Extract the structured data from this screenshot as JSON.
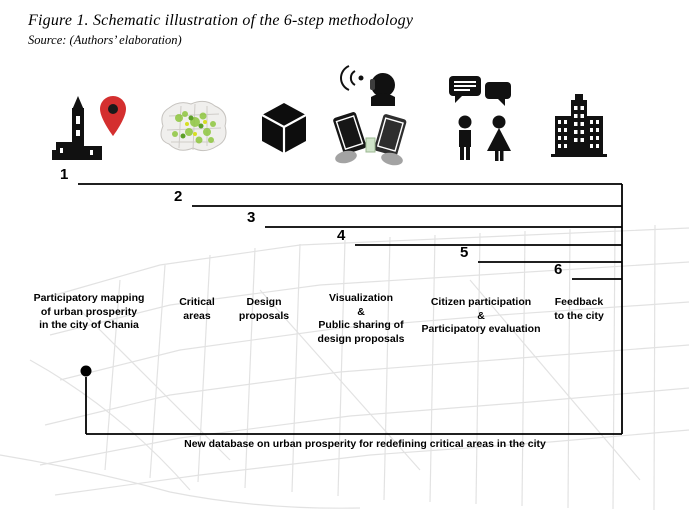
{
  "figure": {
    "title": "Figure 1. Schematic illustration of the 6-step methodology",
    "source": "Source: (Authors’ elaboration)"
  },
  "steps": [
    {
      "number": "1",
      "icon": "landmark-map-pin-icon",
      "label": "Participatory mapping\nof urban prosperity\nin the city of Chania"
    },
    {
      "number": "2",
      "icon": "critical-areas-map-icon",
      "label": "Critical\nareas"
    },
    {
      "number": "3",
      "icon": "design-cube-icon",
      "label": "Design\nproposals"
    },
    {
      "number": "4",
      "icon": "public-sharing-devices-icon",
      "label": "Visualization\n&\nPublic sharing of\ndesign proposals"
    },
    {
      "number": "5",
      "icon": "citizen-discussion-icon",
      "label": "Citizen participation\n&\nParticipatory evaluation"
    },
    {
      "number": "6",
      "icon": "city-building-icon",
      "label": "Feedback\nto the city"
    }
  ],
  "feedback_loop": {
    "label": "New database on urban prosperity for redefining critical areas in the city"
  },
  "colors": {
    "line_black": "#000000",
    "pin_red": "#d42f2f",
    "highlight_green": "#8ec63f",
    "map_gray": "#d9d9d9"
  }
}
